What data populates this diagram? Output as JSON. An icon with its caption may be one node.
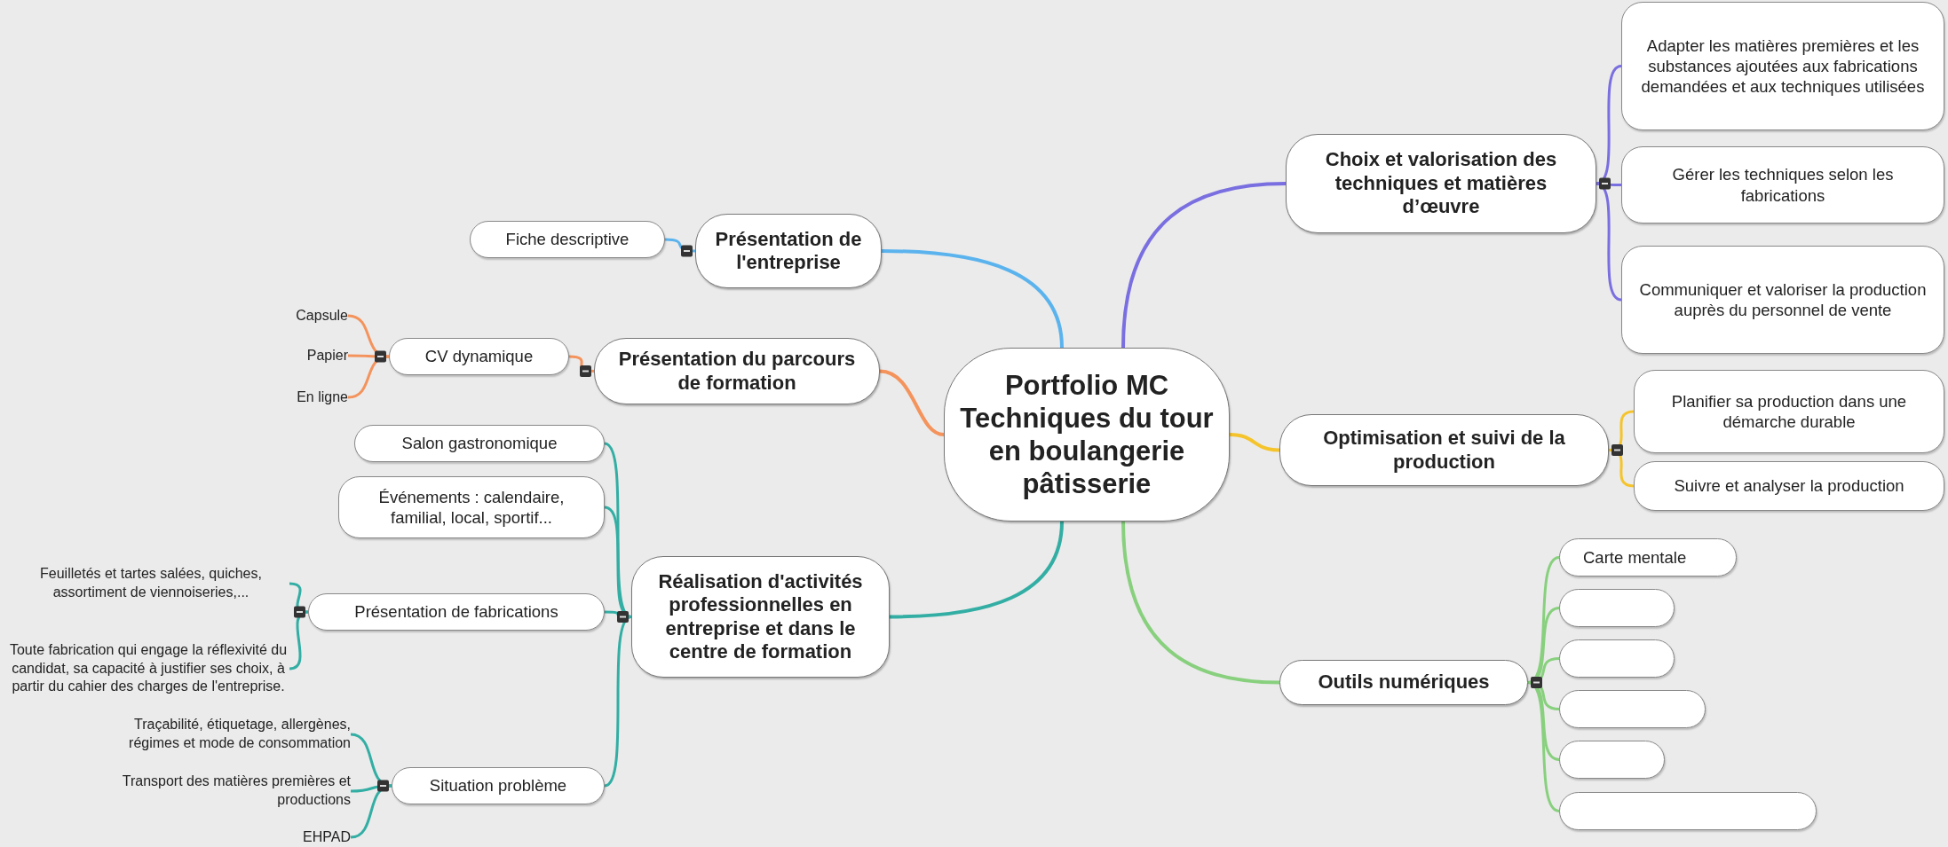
{
  "diagram": {
    "nodes": [
      {
        "text": [
          "Portfolio MC Techniques du tour en boulangerie pâtisserie"
        ]
      },
      {
        "text": [
          "Présentation de l'entreprise"
        ]
      },
      {
        "text": [
          "Fiche descriptive"
        ]
      },
      {
        "text": [
          "Présentation du parcours de formation"
        ]
      },
      {
        "text": [
          "CV dynamique"
        ]
      },
      {
        "text": [
          "Capsule"
        ]
      },
      {
        "text": [
          "Papier"
        ]
      },
      {
        "text": [
          "En ligne"
        ]
      },
      {
        "text": [
          "Réalisation d'activités professionnelles en entreprise et dans le centre de formation"
        ]
      },
      {
        "text": [
          "Salon gastronomique"
        ]
      },
      {
        "text": [
          "Événements : calendaire, familial, local, sportif..."
        ]
      },
      {
        "text": [
          "Présentation de fabrications"
        ]
      },
      {
        "text": [
          "Feuilletés et tartes salées, quiches, assortiment de viennoiseries,..."
        ]
      },
      {
        "text": [
          "Toute fabrication qui engage la réflexivité du candidat, sa capacité à justifier ses choix, à partir du cahier des charges de l'entreprise."
        ]
      },
      {
        "text": [
          "Situation problème"
        ]
      },
      {
        "text": [
          "Traçabilité, étiquetage, allergènes, régimes et mode de consommation"
        ]
      },
      {
        "text": [
          "Transport des matières premières et productions"
        ]
      },
      {
        "text": [
          "EHPAD"
        ]
      },
      {
        "text": [
          "Choix et valorisation des techniques et matières d’œuvre"
        ]
      },
      {
        "text": [
          "Adapter les matières premières et les substances ajoutées aux fabrications demandées et aux techniques utilisées"
        ]
      },
      {
        "text": [
          "Gérer les techniques selon les fabrications"
        ]
      },
      {
        "text": [
          "Communiquer et valoriser la production auprès du personnel de vente"
        ]
      },
      {
        "text": [
          "Optimisation et suivi de la production"
        ]
      },
      {
        "text": [
          "Planifier sa production dans une démarche durable"
        ]
      },
      {
        "text": [
          "Suivre et analyser la production"
        ]
      },
      {
        "text": [
          "Outils numériques"
        ]
      },
      {
        "text": [
          "Carte mentale"
        ]
      },
      {
        "text": [],
        "shape": "box"
      },
      {
        "text": [],
        "shape": "box"
      },
      {
        "text": [],
        "shape": "box"
      },
      {
        "text": [],
        "shape": "box"
      },
      {
        "text": [],
        "shape": "box"
      }
    ],
    "edges": [
      {
        "from": 0,
        "to": 1,
        "arrow": "none",
        "color": "#5bb3ee"
      },
      {
        "from": 1,
        "to": 2,
        "arrow": "none",
        "color": "#5bb3ee"
      },
      {
        "from": 0,
        "to": 3,
        "arrow": "none",
        "color": "#f4935c"
      },
      {
        "from": 3,
        "to": 4,
        "arrow": "none",
        "color": "#f4935c"
      },
      {
        "from": 4,
        "to": 5,
        "arrow": "none",
        "color": "#f4935c"
      },
      {
        "from": 4,
        "to": 6,
        "arrow": "none",
        "color": "#f4935c"
      },
      {
        "from": 4,
        "to": 7,
        "arrow": "none",
        "color": "#f4935c"
      },
      {
        "from": 0,
        "to": 8,
        "arrow": "none",
        "color": "#33aea4"
      },
      {
        "from": 8,
        "to": 9,
        "arrow": "none",
        "color": "#33aea4"
      },
      {
        "from": 8,
        "to": 10,
        "arrow": "none",
        "color": "#33aea4"
      },
      {
        "from": 8,
        "to": 11,
        "arrow": "none",
        "color": "#33aea4"
      },
      {
        "from": 8,
        "to": 14,
        "arrow": "none",
        "color": "#33aea4"
      },
      {
        "from": 11,
        "to": 12,
        "arrow": "none",
        "color": "#33aea4"
      },
      {
        "from": 11,
        "to": 13,
        "arrow": "none",
        "color": "#33aea4"
      },
      {
        "from": 14,
        "to": 15,
        "arrow": "none",
        "color": "#33aea4"
      },
      {
        "from": 14,
        "to": 16,
        "arrow": "none",
        "color": "#33aea4"
      },
      {
        "from": 14,
        "to": 17,
        "arrow": "none",
        "color": "#33aea4"
      },
      {
        "from": 0,
        "to": 18,
        "arrow": "none",
        "color": "#7a6fe0"
      },
      {
        "from": 18,
        "to": 19,
        "arrow": "none",
        "color": "#7a6fe0"
      },
      {
        "from": 18,
        "to": 20,
        "arrow": "none",
        "color": "#7a6fe0"
      },
      {
        "from": 18,
        "to": 21,
        "arrow": "none",
        "color": "#7a6fe0"
      },
      {
        "from": 0,
        "to": 22,
        "arrow": "none",
        "color": "#f5c42c"
      },
      {
        "from": 22,
        "to": 23,
        "arrow": "none",
        "color": "#f5c42c"
      },
      {
        "from": 22,
        "to": 24,
        "arrow": "none",
        "color": "#f5c42c"
      },
      {
        "from": 0,
        "to": 25,
        "arrow": "none",
        "color": "#88d07e"
      },
      {
        "from": 25,
        "to": 26,
        "arrow": "none",
        "color": "#88d07e"
      },
      {
        "from": 25,
        "to": 27,
        "arrow": "none",
        "color": "#88d07e"
      },
      {
        "from": 25,
        "to": 28,
        "arrow": "none",
        "color": "#88d07e"
      },
      {
        "from": 25,
        "to": 29,
        "arrow": "none",
        "color": "#88d07e"
      },
      {
        "from": 25,
        "to": 30,
        "arrow": "none",
        "color": "#88d07e"
      },
      {
        "from": 25,
        "to": 31,
        "arrow": "none",
        "color": "#88d07e"
      }
    ]
  }
}
